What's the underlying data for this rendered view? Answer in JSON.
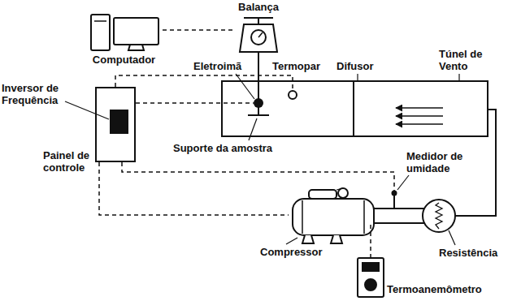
{
  "diagram": {
    "nodes": [
      {
        "text": [
          "Balança"
        ]
      },
      {
        "text": [
          "Computador"
        ]
      },
      {
        "text": [
          "Painel de controle"
        ]
      },
      {
        "text": [
          "Inversor de Frequência"
        ],
        "in": 2
      },
      {
        "text": [
          "Compressor"
        ]
      },
      {
        "text": [
          "Termoanemômetro"
        ]
      }
    ],
    "edges": [
      {
        "from": 1,
        "to": 0,
        "arrow": "none"
      },
      {
        "from": 2,
        "to": 4,
        "arrow": "none"
      }
    ],
    "labels": [
      "Eletroimã",
      "Termopar",
      "Difusor",
      "Túnel de Vento",
      "Suporte da amostra",
      "Medidor de umidade",
      "Resistência"
    ]
  }
}
